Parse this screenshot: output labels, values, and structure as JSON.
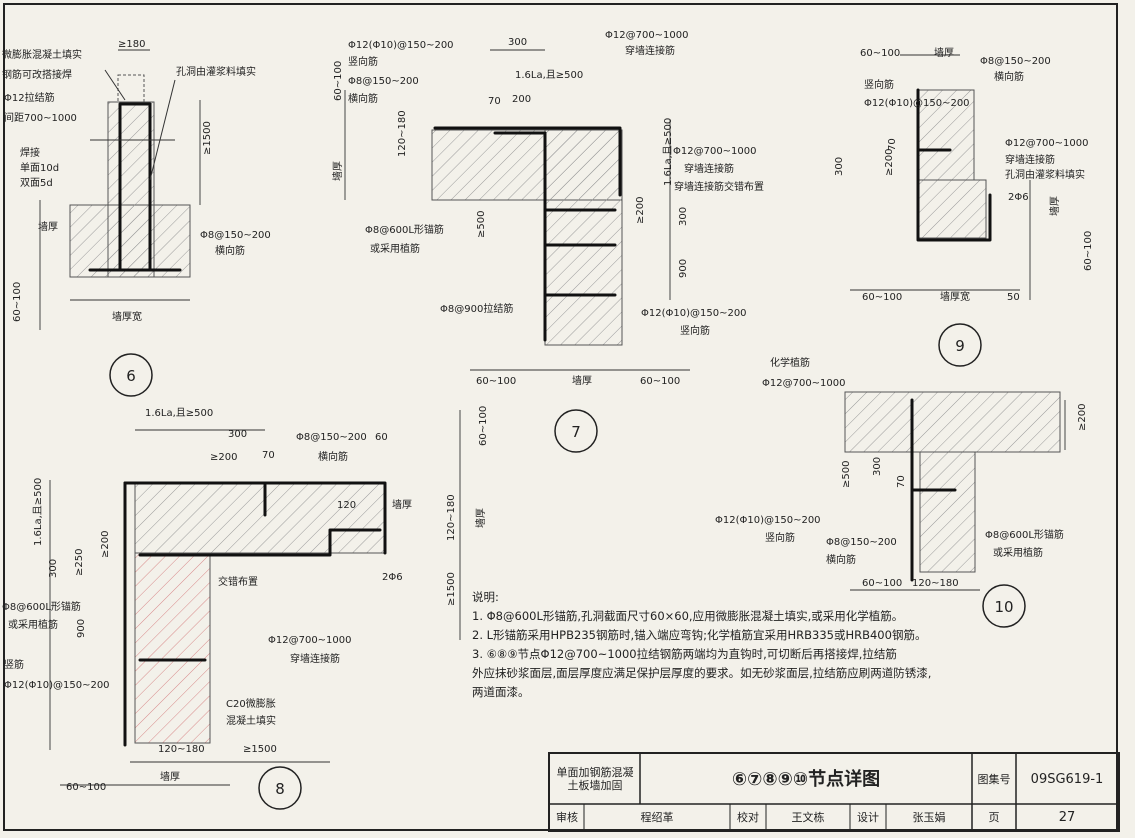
{
  "labels": {
    "d6": {
      "l1": "微膨胀混凝土填实",
      "l2": "钢筋可改搭接焊",
      "l3": "Φ12拉结筋",
      "l4": "间距700~1000",
      "l5": "焊接",
      "l6": "单面10d",
      "l7": "双面5d",
      "l8": "≥180",
      "l9": "孔洞由灌浆料填实",
      "l10": "≥1500",
      "l11": "墙厚",
      "l12": "Φ8@150~200",
      "l13": "横向筋",
      "l14": "60~100",
      "l15": "墙厚宽",
      "num": "6"
    },
    "d7": {
      "l1": "Φ12(Φ10)@150~200",
      "l2": "竖向筋",
      "l3": "Φ8@150~200",
      "l4": "横向筋",
      "l5": "300",
      "l6": "Φ12@700~1000",
      "l7": "穿墙连接筋",
      "l8": "1.6La,且≥500",
      "l9": "70",
      "l10": "200",
      "l11": "60~100",
      "l12": "120~180",
      "l13": "墙厚",
      "l14": "Φ12@700~1000",
      "l15": "穿墙连接筋",
      "l16": "穿墙连接筋交错布置",
      "l17": "1.6La,且≥500",
      "l18": "Φ8@600L形锚筋",
      "l19": "或采用植筋",
      "l20": "≥200",
      "l21": "300",
      "l22": "≥500",
      "l23": "900",
      "l24": "Φ8@900拉结筋",
      "l25": "Φ12(Φ10)@150~200",
      "l26": "竖向筋",
      "l27": "60~100",
      "l28": "墙厚",
      "l29": "60~100",
      "num": "7"
    },
    "d8": {
      "l1": "1.6La,且≥500",
      "l2": "300",
      "l3": "Φ8@150~200",
      "l4": "60",
      "l5": "≥200",
      "l6": "70",
      "l7": "横向筋",
      "l8": "墙厚",
      "l9": "120",
      "l10": "1.6La,且≥500",
      "l11": "300",
      "l12": "≥250",
      "l13": "≥200",
      "l14": "交错布置",
      "l15": "2Φ6",
      "l16": "Φ8@600L形锚筋",
      "l17": "或采用植筋",
      "l18": "900",
      "l19": "Φ12@700~1000",
      "l20": "穿墙连接筋",
      "l21": "竖筋",
      "l22": "Φ12(Φ10)@150~200",
      "l23": "C20微膨胀",
      "l24": "混凝土填实",
      "l25": "120~180",
      "l26": "≥1500",
      "l27": "60~100",
      "l28": "墙厚",
      "l29": "60~100",
      "l30": "墙厚",
      "l31": "120~180",
      "l32": "≥1500",
      "num": "8"
    },
    "d9": {
      "l1": "60~100",
      "l2": "墙厚",
      "l3": "Φ8@150~200",
      "l4": "横向筋",
      "l5": "竖向筋",
      "l6": "Φ12(Φ10)@150~200",
      "l7": "Φ12@700~1000",
      "l8": "穿墙连接筋",
      "l9": "孔洞由灌浆料填实",
      "l10": "70",
      "l11": "≥200",
      "l12": "300",
      "l13": "2Φ6",
      "l14": "墙厚",
      "l15": "60~100",
      "l16": "60~100",
      "l17": "墙厚宽",
      "l18": "50",
      "num": "9"
    },
    "d10": {
      "l1": "化学植筋",
      "l2": "Φ12@700~1000",
      "l3": "≥200",
      "l4": "≥500",
      "l5": "300",
      "l6": "70",
      "l7": "Φ12(Φ10)@150~200",
      "l8": "竖向筋",
      "l9": "Φ8@150~200",
      "l10": "横向筋",
      "l11": "Φ8@600L形锚筋",
      "l12": "或采用植筋",
      "l13": "60~100",
      "l14": "120~180",
      "num": "10"
    }
  },
  "notes": {
    "heading": "说明:",
    "n1": "1. Φ8@600L形锚筋,孔洞截面尺寸60×60,应用微膨胀混凝土填实,或采用化学植筋。",
    "n2": "2. L形锚筋采用HPB235钢筋时,锚入端应弯钩;化学植筋宜采用HRB335或HRB400钢筋。",
    "n3": "3. ⑥⑧⑨节点Φ12@700~1000拉结钢筋两端均为直钩时,可切断后再搭接焊,拉结筋",
    "n4": "外应抹砂浆面层,面层厚度应满足保护层厚度的要求。如无砂浆面层,拉结筋应刷两道防锈漆,",
    "n5": "两道面漆。"
  },
  "titleblock": {
    "category": "单面加钢筋混凝土板墙加固",
    "title": "⑥⑦⑧⑨⑩节点详图",
    "atlas_label": "图集号",
    "atlas_no": "09SG619-1",
    "review_label": "审核",
    "reviewer": "程绍革",
    "check_label": "校对",
    "checker": "王文栋",
    "design_label": "设计",
    "designer": "张玉娟",
    "page_label": "页",
    "page_no": "27"
  }
}
